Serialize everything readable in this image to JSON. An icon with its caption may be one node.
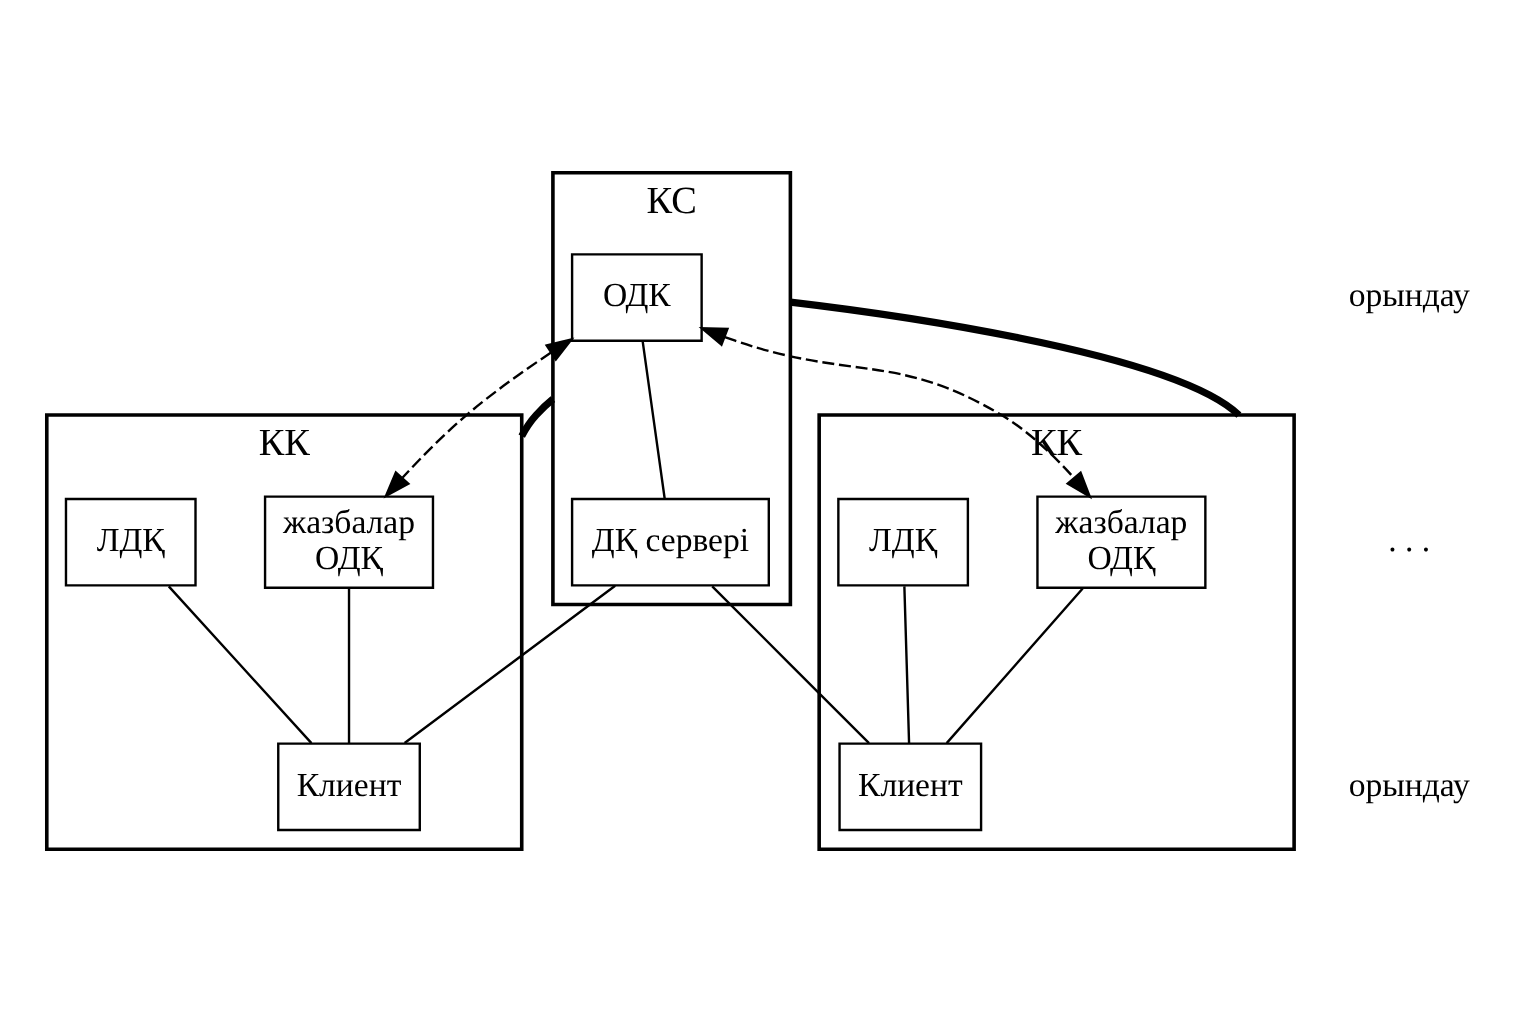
{
  "diagram": {
    "nodes": [
      {
        "text": [
          "КС"
        ]
      },
      {
        "text": [
          "ОДК"
        ],
        "in": 0
      },
      {
        "text": [
          "ДҚ сервері"
        ],
        "in": 0
      },
      {
        "text": [
          "КК"
        ]
      },
      {
        "text": [
          "жазбалар",
          "ОДҚ"
        ],
        "in": 3
      },
      {
        "text": [
          "ЛДҚ"
        ],
        "in": 3
      },
      {
        "text": [
          "Клиент"
        ],
        "in": 3
      },
      {
        "text": [
          "КК"
        ]
      },
      {
        "text": [
          "жазбалар",
          "ОДҚ"
        ],
        "in": 7
      },
      {
        "text": [
          "ЛДҚ"
        ],
        "in": 7
      },
      {
        "text": [
          "Клиент"
        ],
        "in": 7
      }
    ],
    "edges": [
      {
        "from": 1,
        "to": 2,
        "arrow": "none"
      },
      {
        "from": 0,
        "to": 3,
        "arrow": "none",
        "style": "thick"
      },
      {
        "from": 0,
        "to": 7,
        "arrow": "none",
        "style": "thick"
      },
      {
        "from": 1,
        "to": 4,
        "arrow": "both",
        "style": "dashed"
      },
      {
        "from": 1,
        "to": 8,
        "arrow": "both",
        "style": "dashed"
      },
      {
        "from": 2,
        "to": 6,
        "arrow": "none"
      },
      {
        "from": 2,
        "to": 10,
        "arrow": "none"
      },
      {
        "from": 4,
        "to": 6,
        "arrow": "none"
      },
      {
        "from": 5,
        "to": 6,
        "arrow": "none"
      },
      {
        "from": 8,
        "to": 10,
        "arrow": "none"
      },
      {
        "from": 9,
        "to": 10,
        "arrow": "none"
      }
    ],
    "labels": [
      "орындау",
      ". . .",
      "орындау"
    ]
  }
}
